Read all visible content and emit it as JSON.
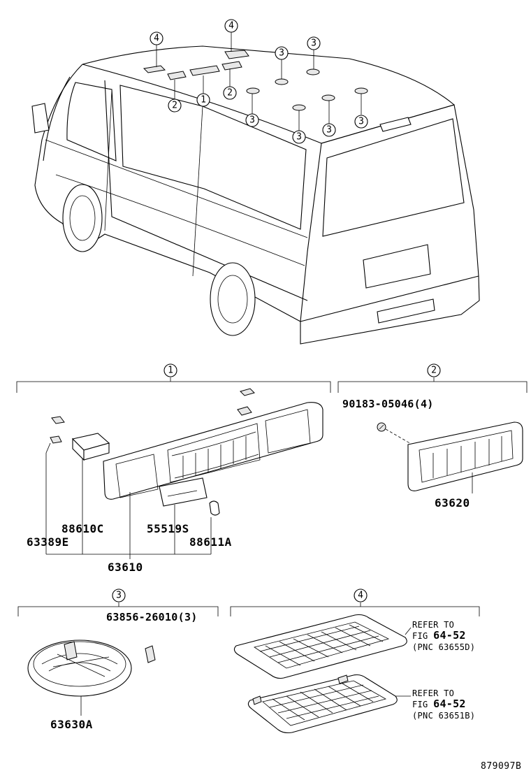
{
  "callouts": {
    "c1": "1",
    "c2": "2",
    "c3": "3",
    "c4": "4"
  },
  "parts": {
    "p63610": "63610",
    "p63389E": "63389E",
    "p88610C": "88610C",
    "p55519S": "55519S",
    "p88611A": "88611A",
    "p90183": "90183-05046(4)",
    "p63620": "63620",
    "p63856": "63856-26010(3)",
    "p63630A": "63630A"
  },
  "references": [
    {
      "line1": "REFER TO",
      "line2_prefix": "FIG ",
      "line2_fig": "64-52",
      "line3": "(PNC 63655D)"
    },
    {
      "line1": "REFER TO",
      "line2_prefix": "FIG ",
      "line2_fig": "64-52",
      "line3": "(PNC 63651B)"
    }
  ],
  "diagram_code": "879097B"
}
